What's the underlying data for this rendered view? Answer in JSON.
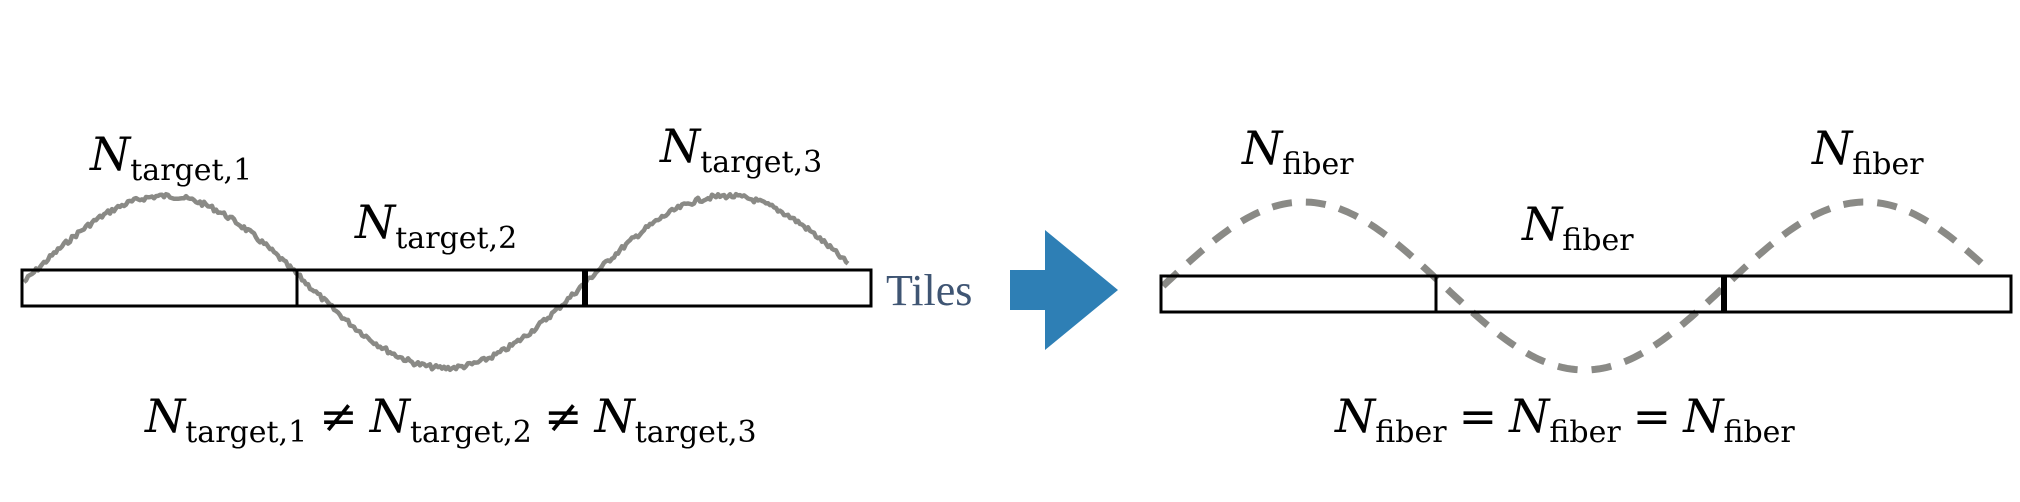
{
  "left_panel": {
    "labels": [
      {
        "symbol": "N",
        "subscript": "target,1"
      },
      {
        "symbol": "N",
        "subscript": "target,2"
      },
      {
        "symbol": "N",
        "subscript": "target,3"
      }
    ],
    "equation": [
      {
        "symbol": "N",
        "subscript": "target,1"
      },
      {
        "op": "≠"
      },
      {
        "symbol": "N",
        "subscript": "target,2"
      },
      {
        "op": "≠"
      },
      {
        "symbol": "N",
        "subscript": "target,3"
      }
    ]
  },
  "arrow": {
    "label": "Tiles",
    "color": "#2e7fb5",
    "label_color": "#3f5573"
  },
  "right_panel": {
    "labels": [
      {
        "symbol": "N",
        "subscript": "fiber"
      },
      {
        "symbol": "N",
        "subscript": "fiber"
      },
      {
        "symbol": "N",
        "subscript": "fiber"
      }
    ],
    "equation": [
      {
        "symbol": "N",
        "subscript": "fiber"
      },
      {
        "op": "="
      },
      {
        "symbol": "N",
        "subscript": "fiber"
      },
      {
        "op": "="
      },
      {
        "symbol": "N",
        "subscript": "fiber"
      }
    ]
  },
  "colors": {
    "curve": "#8a8a86",
    "outline": "#000000"
  }
}
